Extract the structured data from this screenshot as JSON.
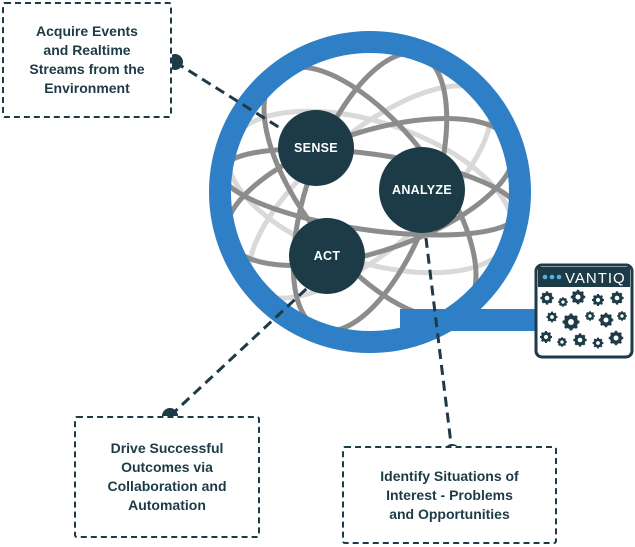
{
  "diagram": {
    "nodes": [
      {
        "id": "sense",
        "label": "SENSE"
      },
      {
        "id": "analyze",
        "label": "ANALYZE"
      },
      {
        "id": "act",
        "label": "ACT"
      }
    ],
    "callouts": {
      "acquire": "Acquire Events\nand Realtime\nStreams from the\nEnvironment",
      "drive": "Drive Successful\nOutcomes via\nCollaboration and\nAutomation",
      "identify": "Identify Situations of\nInterest - Problems\nand Opportunities"
    },
    "logo": {
      "text": "VANTIQ"
    },
    "colors": {
      "ring": "#2f7fc7",
      "node": "#1c3b46",
      "orbit_dark": "#8f8f8f",
      "orbit_light": "#d6d6d6",
      "dashed": "#1c3b46"
    }
  }
}
